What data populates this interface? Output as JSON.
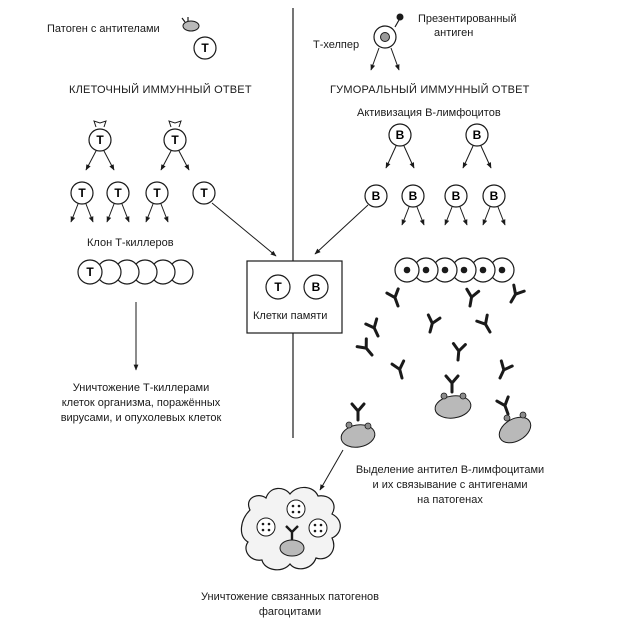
{
  "top_left": {
    "pathogen_label": "Патоген с антителами",
    "cell_letter": "Т"
  },
  "top_right": {
    "helper_label": "Т-хелпер",
    "antigen_label_1": "Презентированный",
    "antigen_label_2": "антиген"
  },
  "left": {
    "heading": "КЛЕТОЧНЫЙ ИММУННЫЙ ОТВЕТ",
    "clone_label": "Клон Т-киллеров",
    "result_1": "Уничтожение Т-киллерами",
    "result_2": "клеток организма, поражённых",
    "result_3": "вирусами, и опухолевых клеток"
  },
  "right": {
    "heading": "ГУМОРАЛЬНЫЙ ИММУННЫЙ ОТВЕТ",
    "activation_label": "Активизация В-лимфоцитов",
    "secretion_1": "Выделение антител В-лимфоцитами",
    "secretion_2": "и их связывание с антигенами",
    "secretion_3": "на патогенах"
  },
  "memory": {
    "label": "Клетки памяти",
    "t_letter": "Т",
    "b_letter": "В"
  },
  "bottom": {
    "result_1": "Уничтожение связанных патогенов",
    "result_2": "фагоцитами"
  },
  "letters": {
    "t": "Т",
    "b": "В"
  },
  "colors": {
    "stroke": "#1a1a1a",
    "pathogen": "#b9b9b9",
    "pathogen_dark": "#8c8c8c",
    "helper_dot": "#999999"
  }
}
